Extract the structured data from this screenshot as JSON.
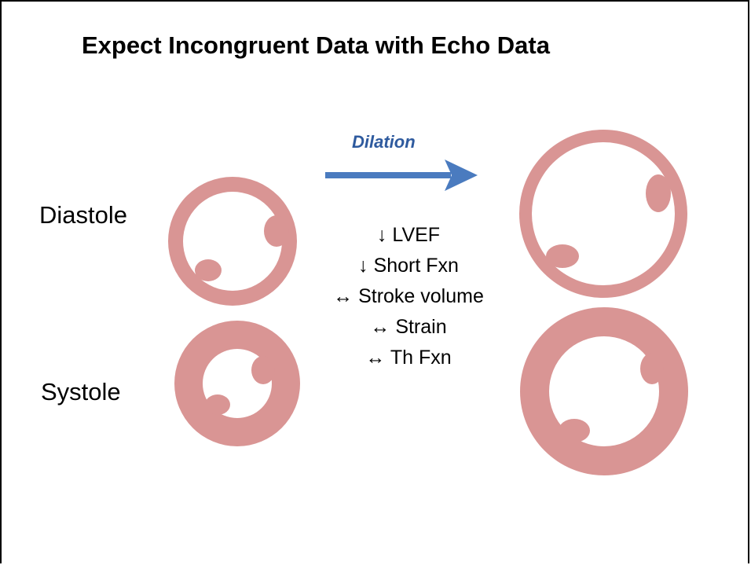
{
  "title": "Expect Incongruent Data with Echo Data",
  "labels": {
    "diastole": "Diastole",
    "systole": "Systole"
  },
  "arrow": {
    "label": "Dilation",
    "color": "#4a7bbf"
  },
  "metrics": [
    {
      "symbol": "↓",
      "text": "LVEF"
    },
    {
      "symbol": "↓",
      "text": "Short Fxn"
    },
    {
      "symbol": "↔",
      "text": "Stroke volume"
    },
    {
      "symbol": "↔",
      "text": "Strain"
    },
    {
      "symbol": "↔",
      "text": "Th Fxn"
    }
  ],
  "colors": {
    "ventricle": "#d99594",
    "cavity": "#ffffff",
    "label_blue": "#2e5a9e"
  }
}
